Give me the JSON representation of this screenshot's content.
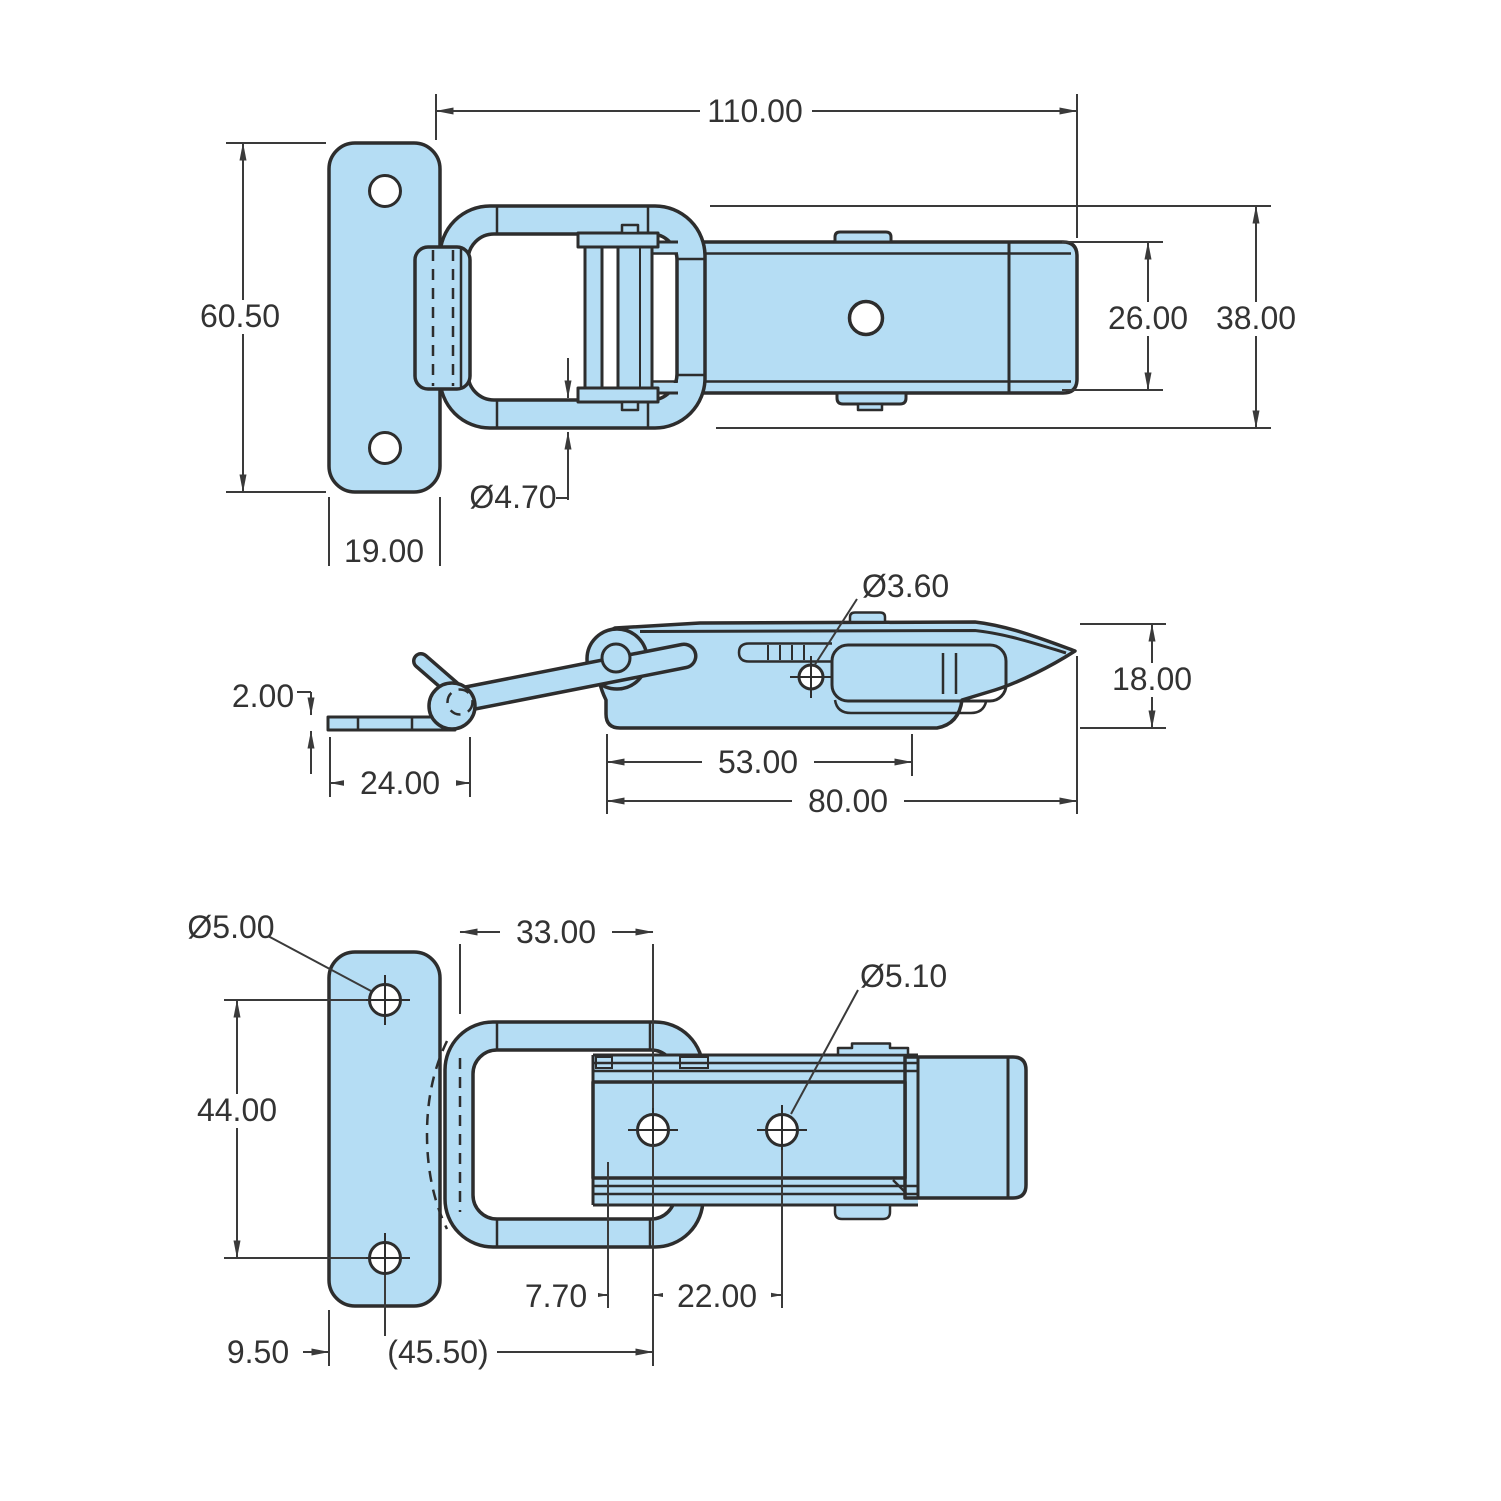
{
  "drawing": {
    "background": "#ffffff",
    "part_fill": "#b5ddf4",
    "outline_color": "#2d2d2d",
    "dim_color": "#3a3a3a",
    "views": {
      "front": {
        "labels": {
          "overall_width": "110.00",
          "plate_height": "60.50",
          "body_height": "26.00",
          "loop_height": "38.00",
          "plate_width": "19.00",
          "wire_diameter": "Ø4.70"
        }
      },
      "side": {
        "labels": {
          "hole_diameter": "Ø3.60",
          "overall_height": "18.00",
          "hook_thickness": "2.00",
          "hook_length": "24.00",
          "hole_distance": "53.00",
          "overall_length": "80.00"
        }
      },
      "bottom": {
        "labels": {
          "plate_hole_diameter": "Ø5.00",
          "loop_width": "33.00",
          "rivet_hole_diameter": "Ø5.10",
          "plate_hole_spacing": "44.00",
          "hole_offset": "7.70",
          "rivet_hole_spacing": "22.00",
          "edge_margin": "9.50",
          "reference_spacing": "(45.50)"
        }
      }
    }
  }
}
